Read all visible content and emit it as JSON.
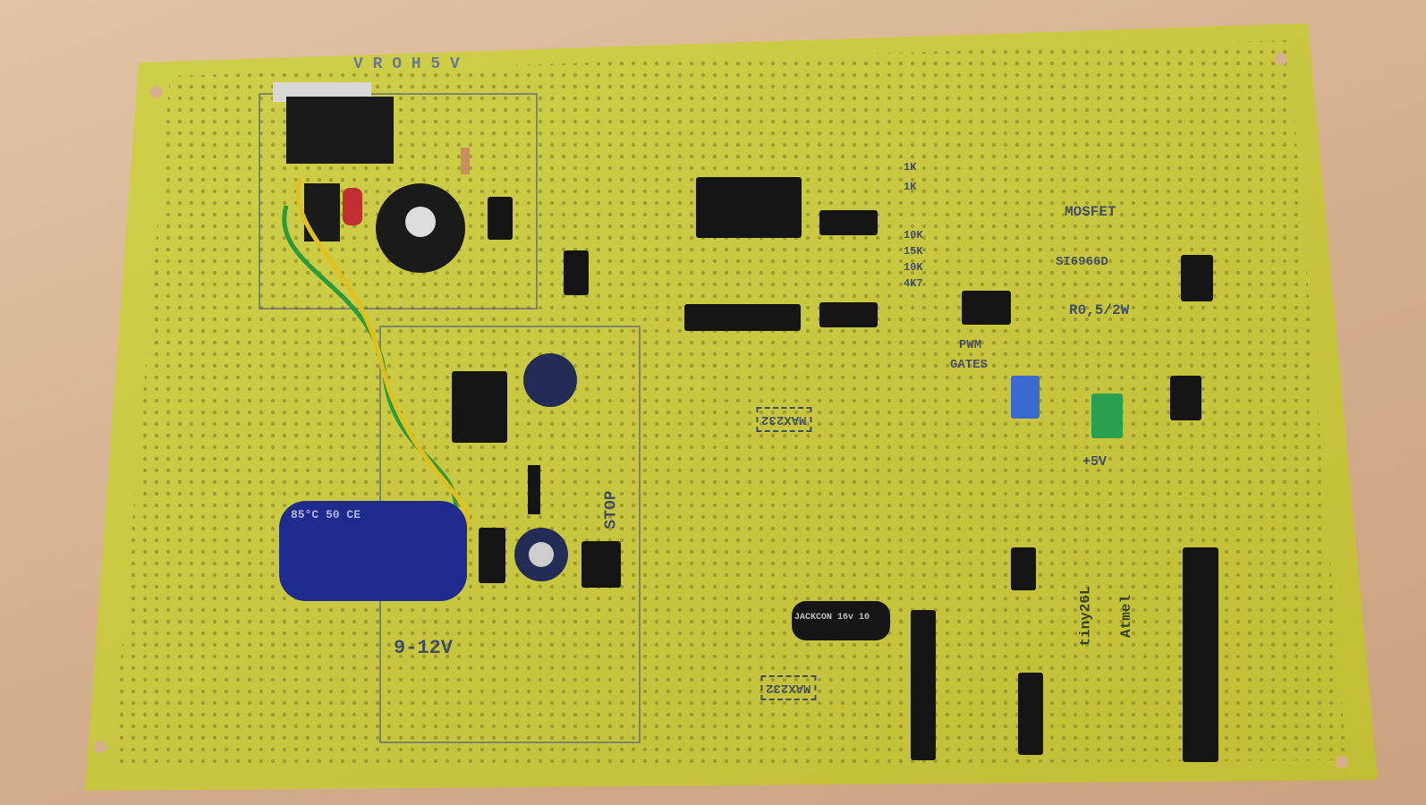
{
  "labels": {
    "top_left": "V R O H 5 V",
    "mosfet": "MOSFET",
    "mosfet_part": "SI6966D",
    "shunt": "R0,5/2W",
    "pwm": "PWM",
    "gates": "GATES",
    "plus5v": "+5V",
    "supply": "9-12V",
    "stop": "STOP",
    "max232_a": "MAX232",
    "max232_b": "MAX232",
    "tiny": "tiny26L",
    "atmel": "Atmel",
    "cap_big": "85°C 50  CE",
    "cap_small": "JACKCON 16v 10",
    "resistors": [
      "1K",
      "1K",
      "10K",
      "15K",
      "10K",
      "4K7"
    ]
  },
  "colors": {
    "board": "#c9c83c",
    "wood": "#d4b08e",
    "ink": "#2a3a6a",
    "jumper_blue": "#3a6ad0",
    "jumper_green": "#2aa050",
    "cap_blue": "#1e2a8c"
  }
}
